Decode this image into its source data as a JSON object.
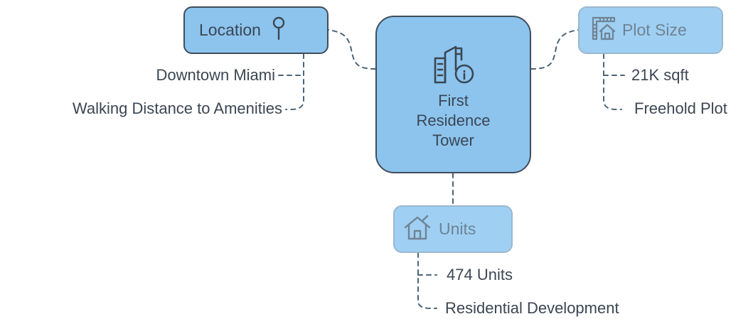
{
  "center": {
    "title": "First Residence Tower",
    "icon": "building-info-icon"
  },
  "location": {
    "label": "Location",
    "icon": "map-pin-icon",
    "items": [
      "Downtown Miami",
      "Walking Distance to Amenities"
    ]
  },
  "plot_size": {
    "label": "Plot Size",
    "icon": "house-blueprint-icon",
    "items": [
      "21K sqft",
      "Freehold Plot"
    ]
  },
  "units": {
    "label": "Units",
    "icon": "house-icon",
    "items": [
      "474 Units",
      "Residential Development"
    ]
  },
  "colors": {
    "node_fill": "#8cc4ee",
    "node_border": "#3f4d5a",
    "faded_border": "#9ab7cf",
    "connector": "#4a6478",
    "text": "#3b4652",
    "faded_text": "#6f8394"
  }
}
